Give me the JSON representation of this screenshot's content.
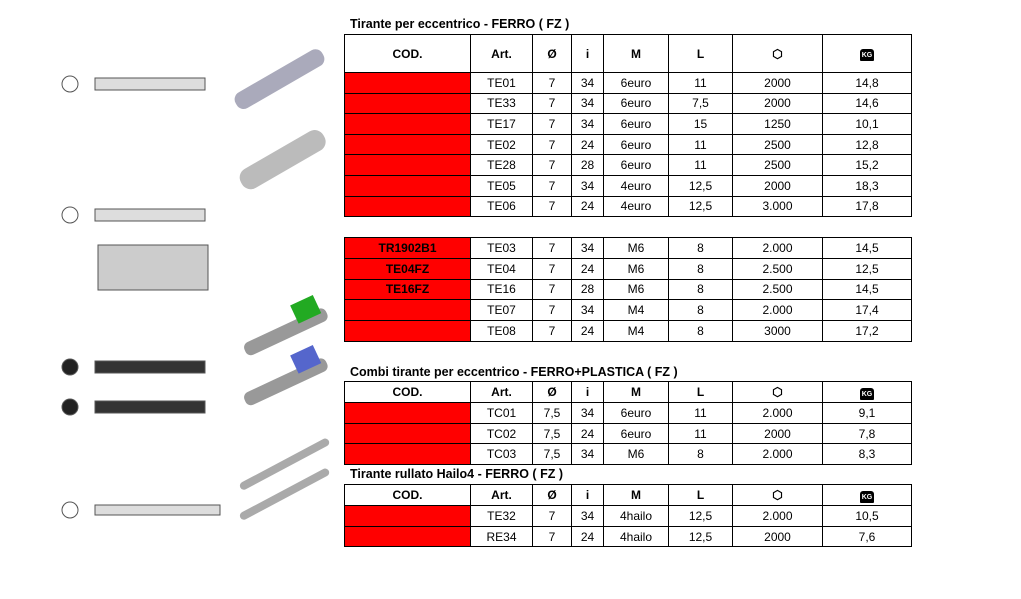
{
  "columns": {
    "cod": "COD.",
    "art": "Art.",
    "dia": "Ø",
    "i": "i",
    "m": "M",
    "l": "L",
    "box_icon": "box-icon",
    "kg_icon": "KG"
  },
  "sections": [
    {
      "title": "Tirante per eccentrico - FERRO ( FZ )",
      "rows": [
        [
          "",
          "TE01",
          "7",
          "34",
          "6euro",
          "11",
          "2000",
          "14,8"
        ],
        [
          "",
          "TE33",
          "7",
          "34",
          "6euro",
          "7,5",
          "2000",
          "14,6"
        ],
        [
          "",
          "TE17",
          "7",
          "34",
          "6euro",
          "15",
          "1250",
          "10,1"
        ],
        [
          "",
          "TE02",
          "7",
          "24",
          "6euro",
          "11",
          "2500",
          "12,8"
        ],
        [
          "",
          "TE28",
          "7",
          "28",
          "6euro",
          "11",
          "2500",
          "15,2"
        ],
        [
          "",
          "TE05",
          "7",
          "34",
          "4euro",
          "12,5",
          "2000",
          "18,3"
        ],
        [
          "",
          "TE06",
          "7",
          "24",
          "4euro",
          "12,5",
          "3.000",
          "17,8"
        ]
      ]
    },
    {
      "title": "",
      "rows": [
        [
          "TR1902B1",
          "TE03",
          "7",
          "34",
          "M6",
          "8",
          "2.000",
          "14,5"
        ],
        [
          "TE04FZ",
          "TE04",
          "7",
          "24",
          "M6",
          "8",
          "2.500",
          "12,5"
        ],
        [
          "TE16FZ",
          "TE16",
          "7",
          "28",
          "M6",
          "8",
          "2.500",
          "14,5"
        ],
        [
          "",
          "TE07",
          "7",
          "34",
          "M4",
          "8",
          "2.000",
          "17,4"
        ],
        [
          "",
          "TE08",
          "7",
          "24",
          "M4",
          "8",
          "3000",
          "17,2"
        ]
      ]
    },
    {
      "title": "Combi tirante per eccentrico - FERRO+PLASTICA ( FZ )",
      "rows": [
        [
          "",
          "TC01",
          "7,5",
          "34",
          "6euro",
          "11",
          "2.000",
          "9,1"
        ],
        [
          "",
          "TC02",
          "7,5",
          "24",
          "6euro",
          "11",
          "2000",
          "7,8"
        ],
        [
          "",
          "TC03",
          "7,5",
          "34",
          "M6",
          "8",
          "2.000",
          "8,3"
        ]
      ]
    },
    {
      "title": "Tirante rullato Hailo4 - FERRO ( FZ )",
      "rows": [
        [
          "",
          "TE32",
          "7",
          "34",
          "4hailo",
          "12,5",
          "2.000",
          "10,5"
        ],
        [
          "",
          "RE34",
          "7",
          "24",
          "4hailo",
          "12,5",
          "2000",
          "7,6"
        ]
      ]
    }
  ],
  "colors": {
    "cod_fill": "#ff0000"
  }
}
